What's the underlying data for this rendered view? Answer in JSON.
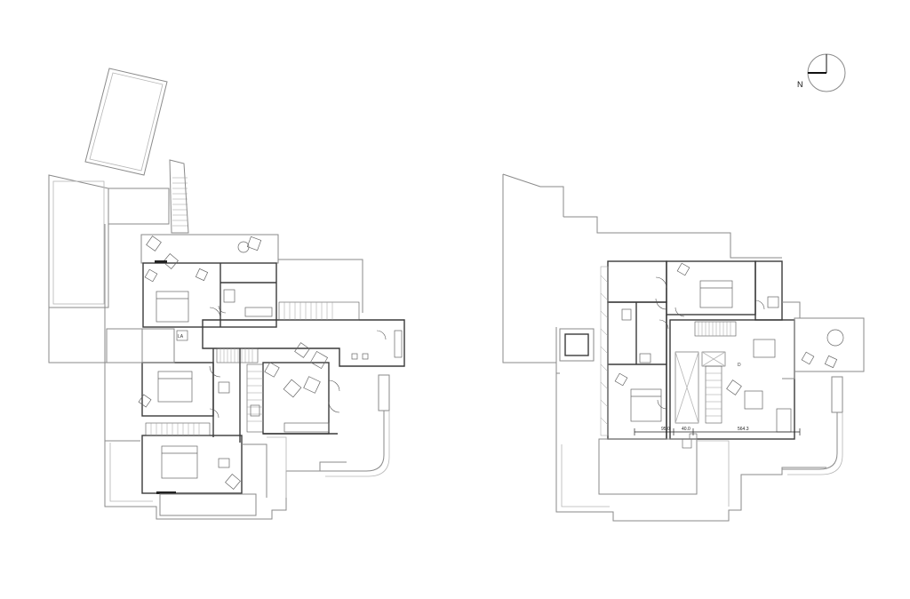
{
  "compass": {
    "label": "N"
  },
  "plan_left": {
    "label_la": "LA"
  },
  "plan_right": {
    "dimensions": [
      "95.0",
      "40.0",
      "564.3"
    ],
    "marker_d": "D"
  }
}
